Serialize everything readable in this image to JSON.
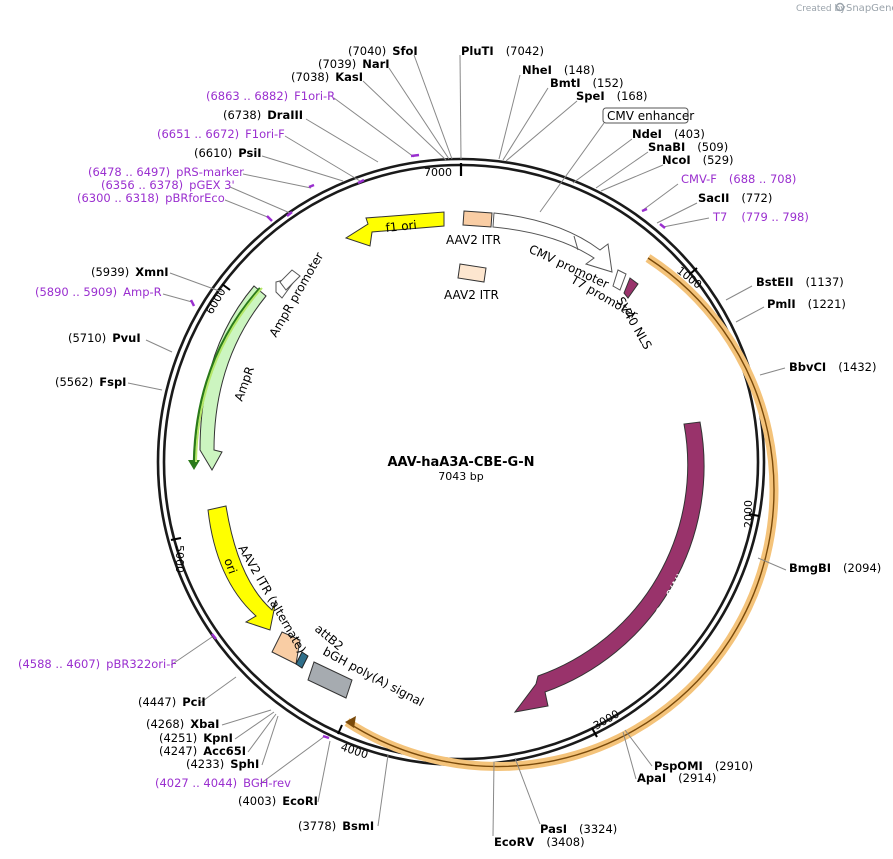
{
  "header": {
    "created_by": "Created by",
    "brand": "SnapGene"
  },
  "plasmid": {
    "name": "AAV-haA3A-CBE-G-N",
    "length": "7043 bp"
  },
  "ticks": [
    "7000",
    "1000",
    "2000",
    "3000",
    "4000",
    "5000",
    "6000"
  ],
  "sites": [
    {
      "name": "SfoI",
      "pos": "(7040)"
    },
    {
      "name": "NarI",
      "pos": "(7039)"
    },
    {
      "name": "KasI",
      "pos": "(7038)"
    },
    {
      "name": "DraIII",
      "pos": "(6738)"
    },
    {
      "name": "PsiI",
      "pos": "(6610)"
    },
    {
      "name": "XmnI",
      "pos": "(5939)"
    },
    {
      "name": "PvuI",
      "pos": "(5710)"
    },
    {
      "name": "FspI",
      "pos": "(5562)"
    },
    {
      "name": "PciI",
      "pos": "(4447)"
    },
    {
      "name": "XbaI",
      "pos": "(4268)"
    },
    {
      "name": "KpnI",
      "pos": "(4251)"
    },
    {
      "name": "Acc65I",
      "pos": "(4247)"
    },
    {
      "name": "SphI",
      "pos": "(4233)"
    },
    {
      "name": "EcoRI",
      "pos": "(4003)"
    },
    {
      "name": "BsmI",
      "pos": "(3778)"
    },
    {
      "name": "PluTI",
      "pos": "(7042)"
    },
    {
      "name": "NheI",
      "pos": "(148)"
    },
    {
      "name": "BmtI",
      "pos": "(152)"
    },
    {
      "name": "SpeI",
      "pos": "(168)"
    },
    {
      "name": "NdeI",
      "pos": "(403)"
    },
    {
      "name": "SnaBI",
      "pos": "(509)"
    },
    {
      "name": "NcoI",
      "pos": "(529)"
    },
    {
      "name": "SacII",
      "pos": "(772)"
    },
    {
      "name": "BstEII",
      "pos": "(1137)"
    },
    {
      "name": "PmlI",
      "pos": "(1221)"
    },
    {
      "name": "BbvCI",
      "pos": "(1432)"
    },
    {
      "name": "BmgBI",
      "pos": "(2094)"
    },
    {
      "name": "PspOMI",
      "pos": "(2910)"
    },
    {
      "name": "ApaI",
      "pos": "(2914)"
    },
    {
      "name": "PasI",
      "pos": "(3324)"
    },
    {
      "name": "EcoRV",
      "pos": "(3408)"
    }
  ],
  "primers": [
    {
      "name": "F1ori-R",
      "range": "(6863 .. 6882)"
    },
    {
      "name": "F1ori-F",
      "range": "(6651 .. 6672)"
    },
    {
      "name": "pRS-marker",
      "range": "(6478 .. 6497)"
    },
    {
      "name": "pGEX 3'",
      "range": "(6356 .. 6378)"
    },
    {
      "name": "pBRforEco",
      "range": "(6300 .. 6318)"
    },
    {
      "name": "Amp-R",
      "range": "(5890 .. 5909)"
    },
    {
      "name": "pBR322ori-F",
      "range": "(4588 .. 4607)"
    },
    {
      "name": "BGH-rev",
      "range": "(4027 .. 4044)"
    },
    {
      "name": "CMV-F",
      "range": "(688 .. 708)"
    },
    {
      "name": "T7",
      "range": "(779 .. 798)"
    }
  ],
  "features": {
    "cmv_enhancer": "CMV enhancer",
    "aav2_itr_1": "AAV2 ITR",
    "aav2_itr_2": "AAV2 ITR",
    "cmv_promoter": "CMV promoter",
    "t7_promoter": "T7 promoter",
    "sv40_nls": "SV40 NLS",
    "f1_ori": "f1 ori",
    "ampr_promoter": "AmpR promoter",
    "ampr": "AmpR",
    "ori": "ori",
    "aav2_itr_alt": "AAV2 ITR (alternate)",
    "attb2": "attB2",
    "bgh_polya": "bGH poly(A) signal",
    "cas9n": "Cas9(N)"
  },
  "colors": {
    "backbone": "#1a1a1a",
    "primer": "#9a2fcf",
    "ori_yellow": "#ffff00",
    "ampr_green": "#ccf5c0",
    "itr_orange": "#f9cda4",
    "cas9_maroon": "#99336b",
    "cas9_highlight": "#f4c37a",
    "promoter_white": "#ffffff",
    "bgh_gray": "#a6abb0",
    "attb2_teal": "#2f6f8a"
  }
}
